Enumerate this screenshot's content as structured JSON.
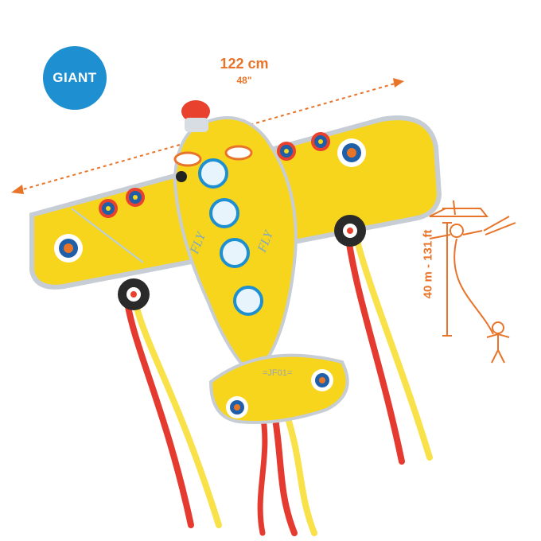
{
  "badge": {
    "label": "GIANT",
    "color": "#1e8fd0"
  },
  "dimensions": {
    "width_metric": "122 cm",
    "width_imperial": "48\"",
    "height_range": "40 m - 131 ft",
    "accent_color": "#e8742a"
  },
  "kite": {
    "body_color": "#f7d51d",
    "tail_colors": [
      "#e53a2f",
      "#f9e14a"
    ],
    "fuselage_text_left": "FLY",
    "fuselage_text_right": "FLY",
    "tail_code": "=JF01="
  },
  "icons": [
    "airplane-kite-illustration",
    "person-icon",
    "kite-line-icon"
  ]
}
